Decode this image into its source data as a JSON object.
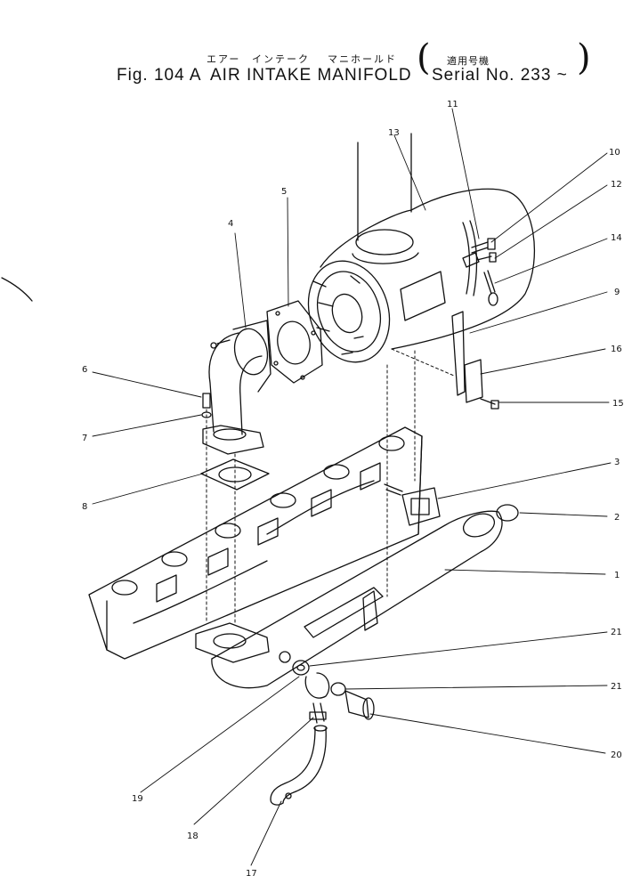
{
  "title": {
    "fig_no": "Fig. 104 A",
    "name_en": "AIR  INTAKE  MANIFOLD",
    "ruby_air": "エアー",
    "ruby_intake": "インテーク",
    "ruby_manifold": "マニホールド",
    "applicable_label": "適用号機",
    "serial_label": "Serial  No.  233 ~"
  },
  "callouts": [
    "1",
    "2",
    "3",
    "4",
    "5",
    "6",
    "7",
    "8",
    "9",
    "10",
    "11",
    "12",
    "13",
    "14",
    "15",
    "16",
    "17",
    "18",
    "19",
    "20",
    "21",
    "21"
  ],
  "colors": {
    "ink": "#111111",
    "paper": "#ffffff"
  }
}
